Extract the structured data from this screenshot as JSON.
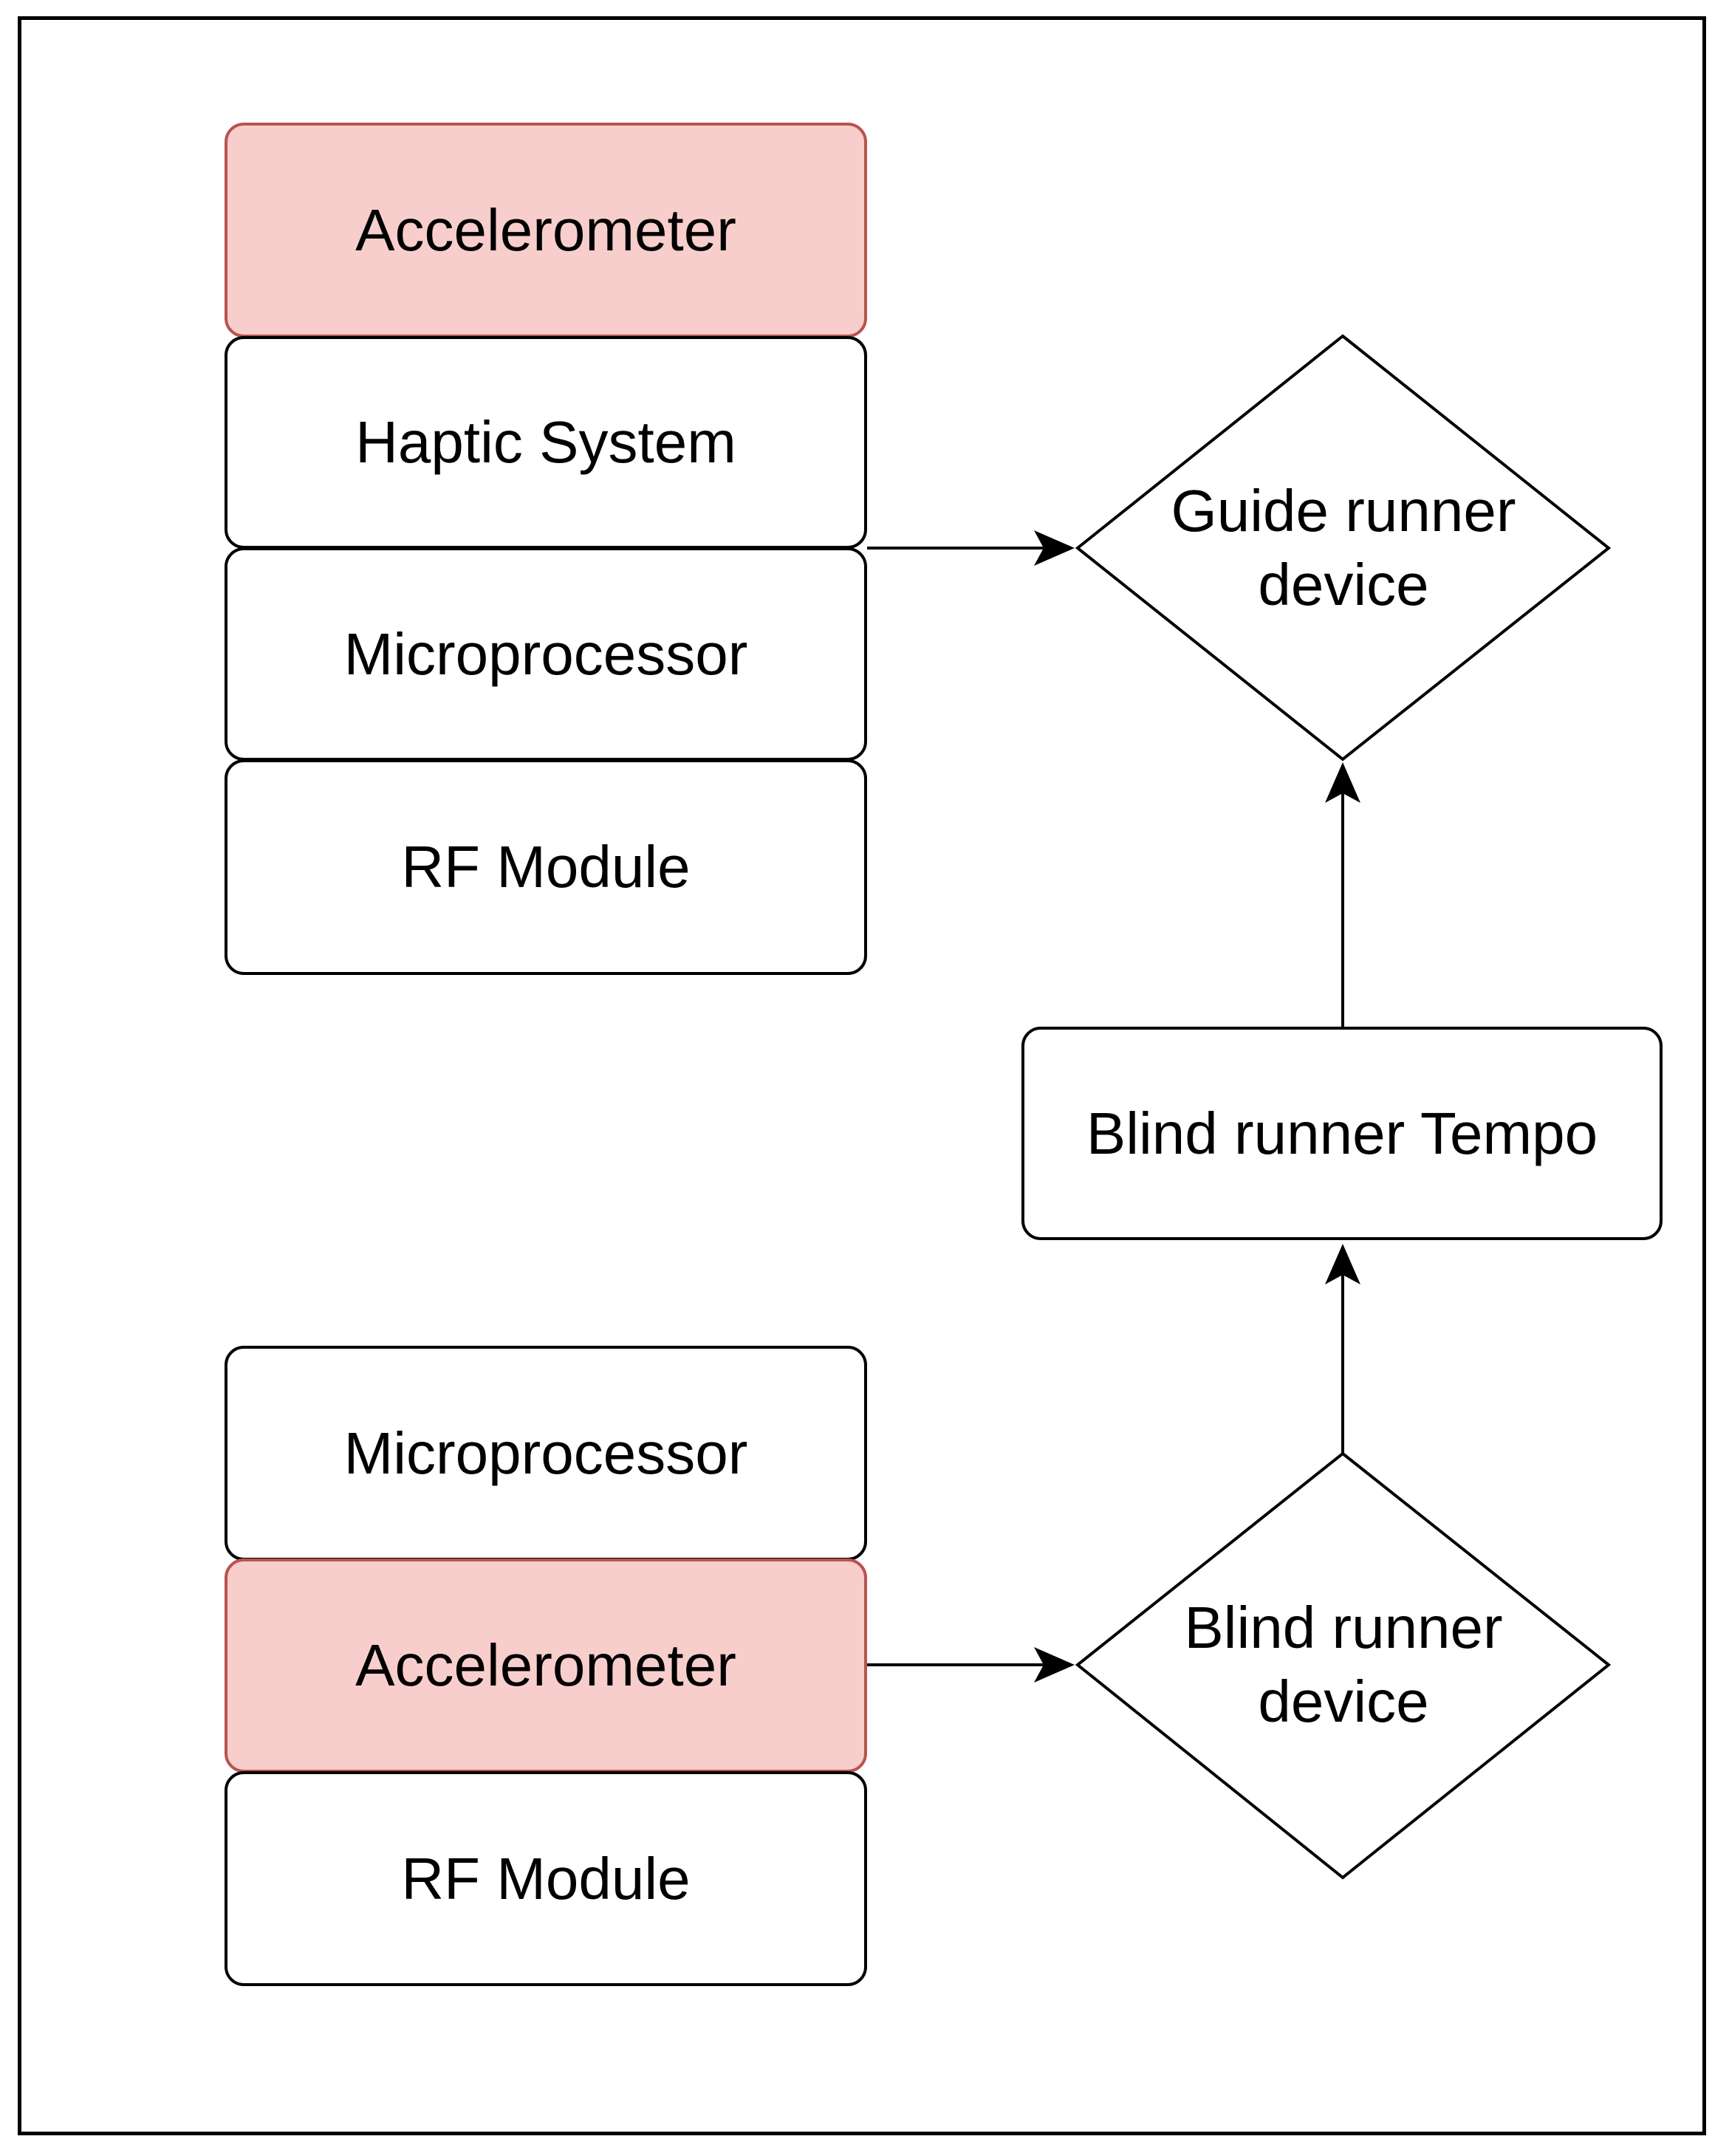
{
  "colors": {
    "accent_fill": "#f8cecc",
    "accent_stroke": "#b85450",
    "box_fill": "#ffffff",
    "stroke": "#000000"
  },
  "guide_stack": {
    "items": [
      {
        "label": "Accelerometer",
        "accent": true
      },
      {
        "label": "Haptic System",
        "accent": false
      },
      {
        "label": "Microprocessor",
        "accent": false
      },
      {
        "label": "RF Module",
        "accent": false
      }
    ]
  },
  "blind_stack": {
    "items": [
      {
        "label": "Microprocessor",
        "accent": false
      },
      {
        "label": "Accelerometer",
        "accent": true
      },
      {
        "label": "RF Module",
        "accent": false
      }
    ]
  },
  "guide_device": {
    "label_line1": "Guide runner",
    "label_line2": "device"
  },
  "blind_device": {
    "label_line1": "Blind runner",
    "label_line2": "device"
  },
  "tempo": {
    "label": "Blind runner Tempo"
  }
}
